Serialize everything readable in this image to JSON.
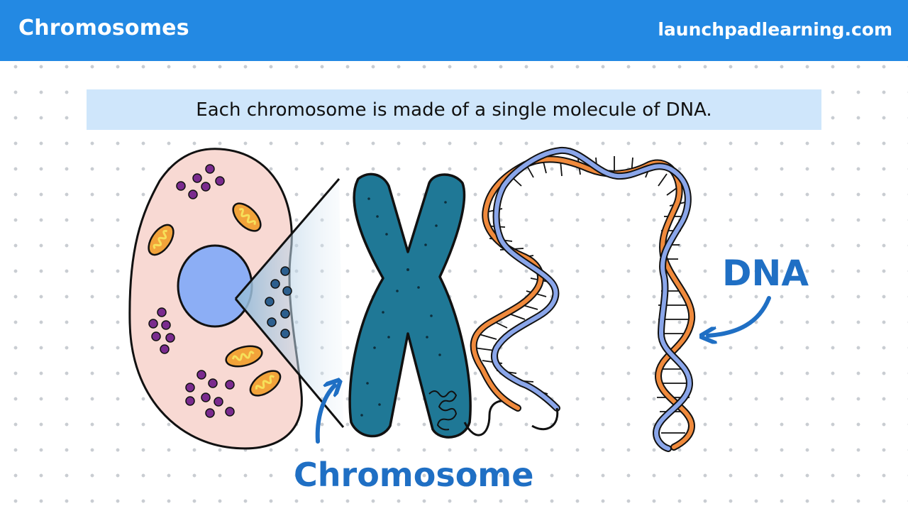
{
  "header": {
    "title": "Chromosomes",
    "website": "launchpadlearning.com"
  },
  "caption": "Each chromosome is made of a single molecule of DNA.",
  "labels": {
    "chromosome": "Chromosome",
    "dna": "DNA"
  },
  "colors": {
    "header_bg": "#2389e3",
    "caption_bg": "#cfe6fb",
    "cell_fill": "#f8d9d3",
    "nucleus": "#8caef5",
    "chromosome": "#1f7896",
    "dna_orange": "#f08a3c",
    "dna_blue": "#8aa6ea",
    "label_blue": "#1f6fc4",
    "granule_purple": "#7a2b8e",
    "mitochondria": "#f2a33a"
  }
}
